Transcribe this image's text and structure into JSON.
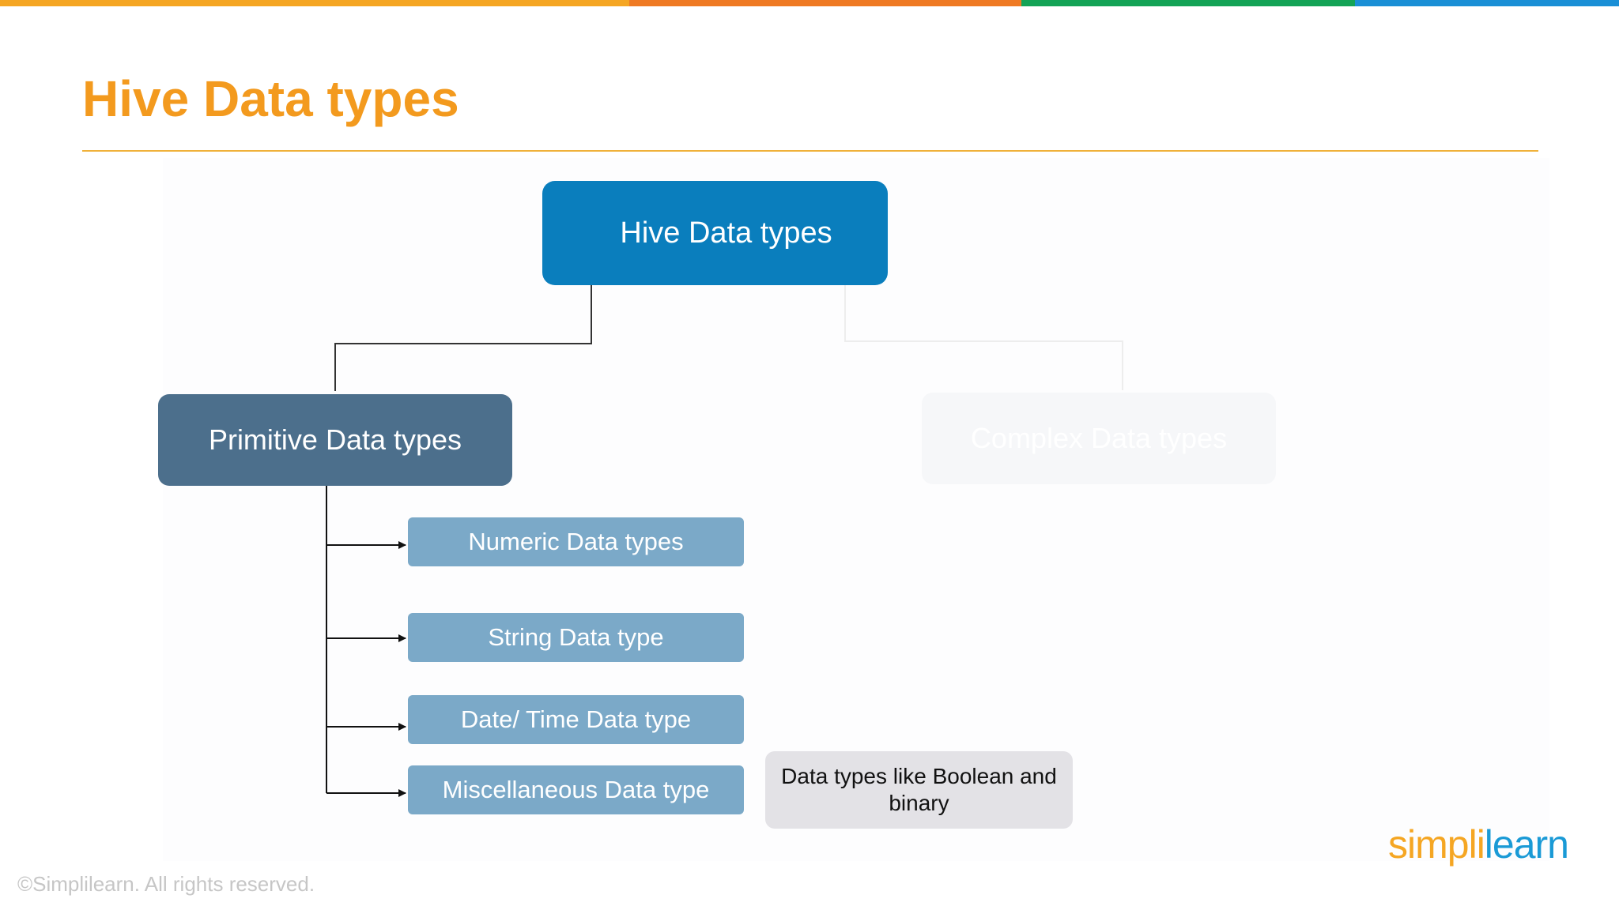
{
  "colors": {
    "topbar": [
      "#f5a623",
      "#ef7a23",
      "#14a356",
      "#1a8fd6"
    ],
    "title": "#f39a1e",
    "rule": "#f0b13a",
    "root_node": "#0a7ebd",
    "primitive_node": "#4c6f8c",
    "leaf_node": "#7ba9c8",
    "note_node": "#e3e2e6",
    "complex_node_faded": "#f6f7f9"
  },
  "slide": {
    "title": "Hive Data types"
  },
  "diagram": {
    "root": "Hive Data types",
    "primitive": "Primitive Data types",
    "complex": "Complex Data types",
    "leaves": [
      "Numeric Data types",
      "String Data type",
      "Date/ Time Data type",
      "Miscellaneous Data type"
    ],
    "note": "Data types like Boolean and binary"
  },
  "footer": {
    "copyright": "©Simplilearn. All rights reserved.",
    "logo_part1": "simpl",
    "logo_mark": "i",
    "logo_part2": "learn"
  }
}
